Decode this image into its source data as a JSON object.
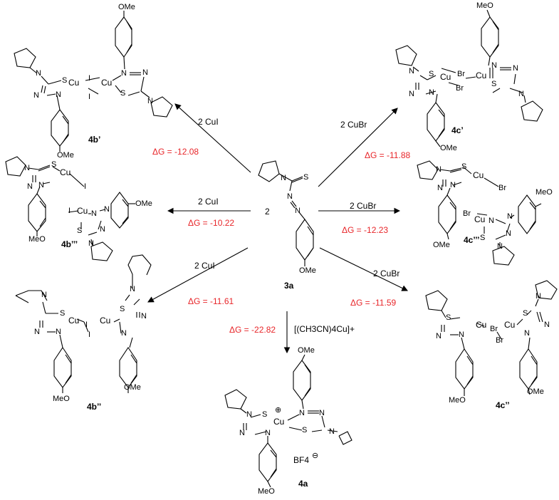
{
  "compounds": {
    "c3a": "3a",
    "c4a": "4a",
    "c4b1": "4b’",
    "c4b2": "4b’’",
    "c4b3": "4b’’’",
    "c4c1": "4c’",
    "c4c2": "4c’’",
    "c4c3": "4c’’’"
  },
  "stoich": "2",
  "reagents": {
    "r_cui_top": "2 CuI",
    "r_cui_mid": "2 CuI",
    "r_cui_bot": "2 CuI",
    "r_cubr_top": "2 CuBr",
    "r_cubr_mid": "2 CuBr",
    "r_cubr_bot": "2 CuBr",
    "r_cu_complex": "[(CH3CN)4Cu]+"
  },
  "energies": {
    "e_4b1": "ΔG = -12.08",
    "e_4b3": "ΔG = -10.22",
    "e_4b2": "ΔG = -11.61",
    "e_4c1": "ΔG = -11.88",
    "e_4c3": "ΔG = -12.23",
    "e_4c2": "ΔG = -11.59",
    "e_4a": "ΔG = -22.82"
  },
  "atoms": {
    "S": "S",
    "N": "N",
    "Cu": "Cu",
    "I": "I",
    "Br": "Br",
    "OMe": "OMe",
    "MeO": "MeO",
    "BF4": "BF4",
    "plus": "⊕",
    "minus": "⊖"
  },
  "colors": {
    "energy": "#e8262a",
    "ink": "#000000"
  }
}
